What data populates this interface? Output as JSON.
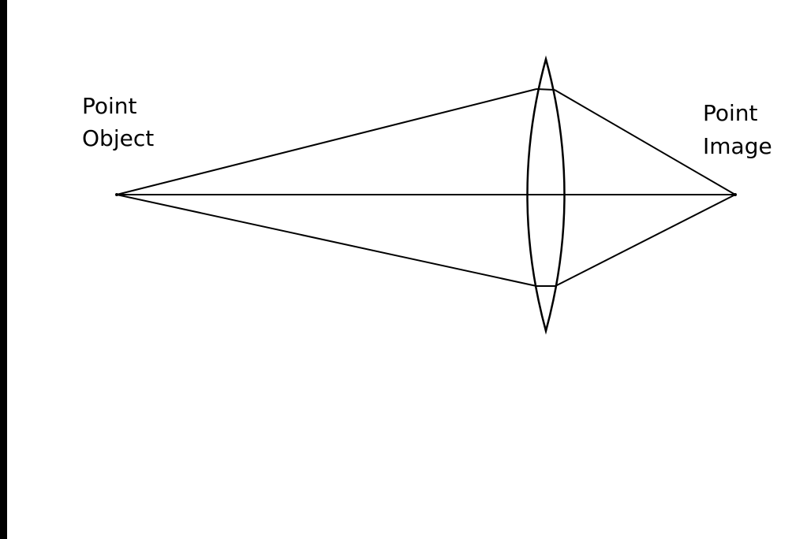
{
  "labels": {
    "object": [
      "Point",
      "Object"
    ],
    "image": [
      "Point",
      "Image"
    ]
  },
  "colors": {
    "background": "#ffffff",
    "ink": "#000000",
    "left_border": "#000000"
  }
}
